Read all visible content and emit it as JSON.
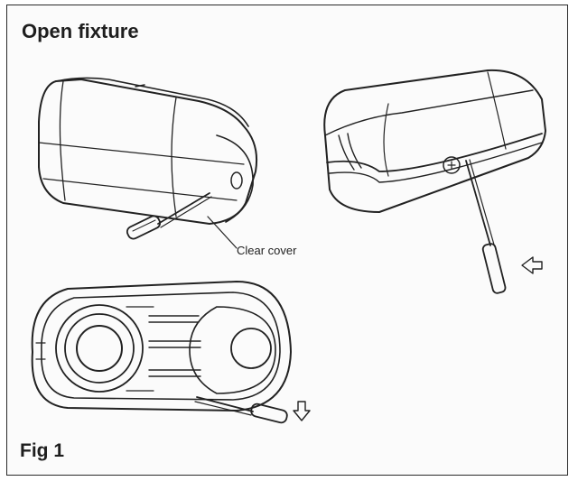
{
  "title": "Open fixture",
  "callout": "Clear cover",
  "figure_label": "Fig 1",
  "colors": {
    "line": "#222222",
    "border": "#2a2a2a",
    "background": "#ffffff"
  },
  "icons": [
    "screwdriver-icon",
    "arrow-left-icon",
    "arrow-down-icon"
  ]
}
